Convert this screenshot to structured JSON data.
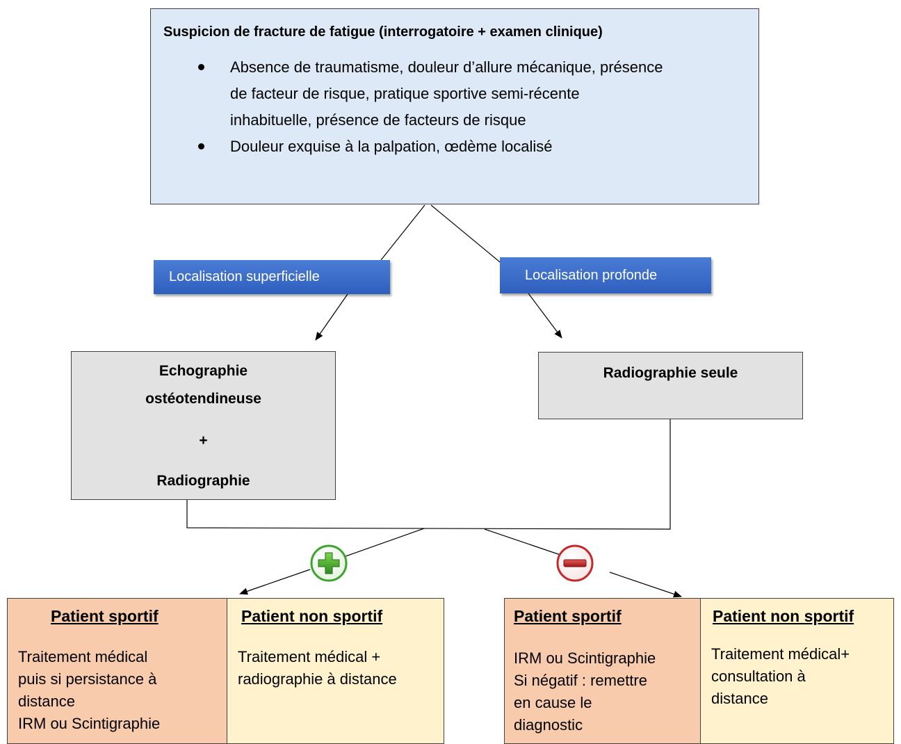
{
  "top": {
    "title": "Suspicion de fracture de fatigue (interrogatoire + examen clinique)",
    "bullets": [
      [
        "Absence de traumatisme, douleur d’allure mécanique, présence",
        "de facteur de risque, pratique sportive semi-récente",
        "inhabituelle, présence de facteurs de risque"
      ],
      [
        "Douleur exquise à la palpation, œdème localisé"
      ]
    ]
  },
  "tags": {
    "superficial": "Localisation superficielle",
    "profonde": "Localisation profonde"
  },
  "exams": {
    "echo_line1": "Echographie",
    "echo_line2": "ostéotendineuse",
    "echo_plus": "+",
    "echo_line3": "Radiographie",
    "radio": "Radiographie seule"
  },
  "icons": {
    "positive": "plus-circle-icon",
    "negative": "minus-circle-icon",
    "positive_color": "#3aa52a",
    "negative_color": "#c62828"
  },
  "positive": {
    "sportif_head": "Patient sportif",
    "sportif_lines": [
      "Traitement médical",
      "puis si persistance à",
      "distance",
      "IRM ou Scintigraphie"
    ],
    "non_sportif_head": "Patient non sportif",
    "non_sportif_lines": [
      "Traitement médical +",
      "radiographie à distance"
    ]
  },
  "negative": {
    "sportif_head": "Patient sportif",
    "sportif_lines": [
      "IRM ou Scintigraphie",
      "Si négatif : remettre",
      "en cause le",
      "diagnostic"
    ],
    "non_sportif_head": "Patient non sportif",
    "non_sportif_lines": [
      "Traitement médical+",
      "consultation à",
      "distance"
    ]
  },
  "colors": {
    "top_fill": "#dde9f6",
    "tag_fill": "#3b6cc9",
    "gray_fill": "#e2e2e2",
    "sportif_fill": "#f7cbac",
    "non_sportif_fill": "#fff2cc"
  }
}
